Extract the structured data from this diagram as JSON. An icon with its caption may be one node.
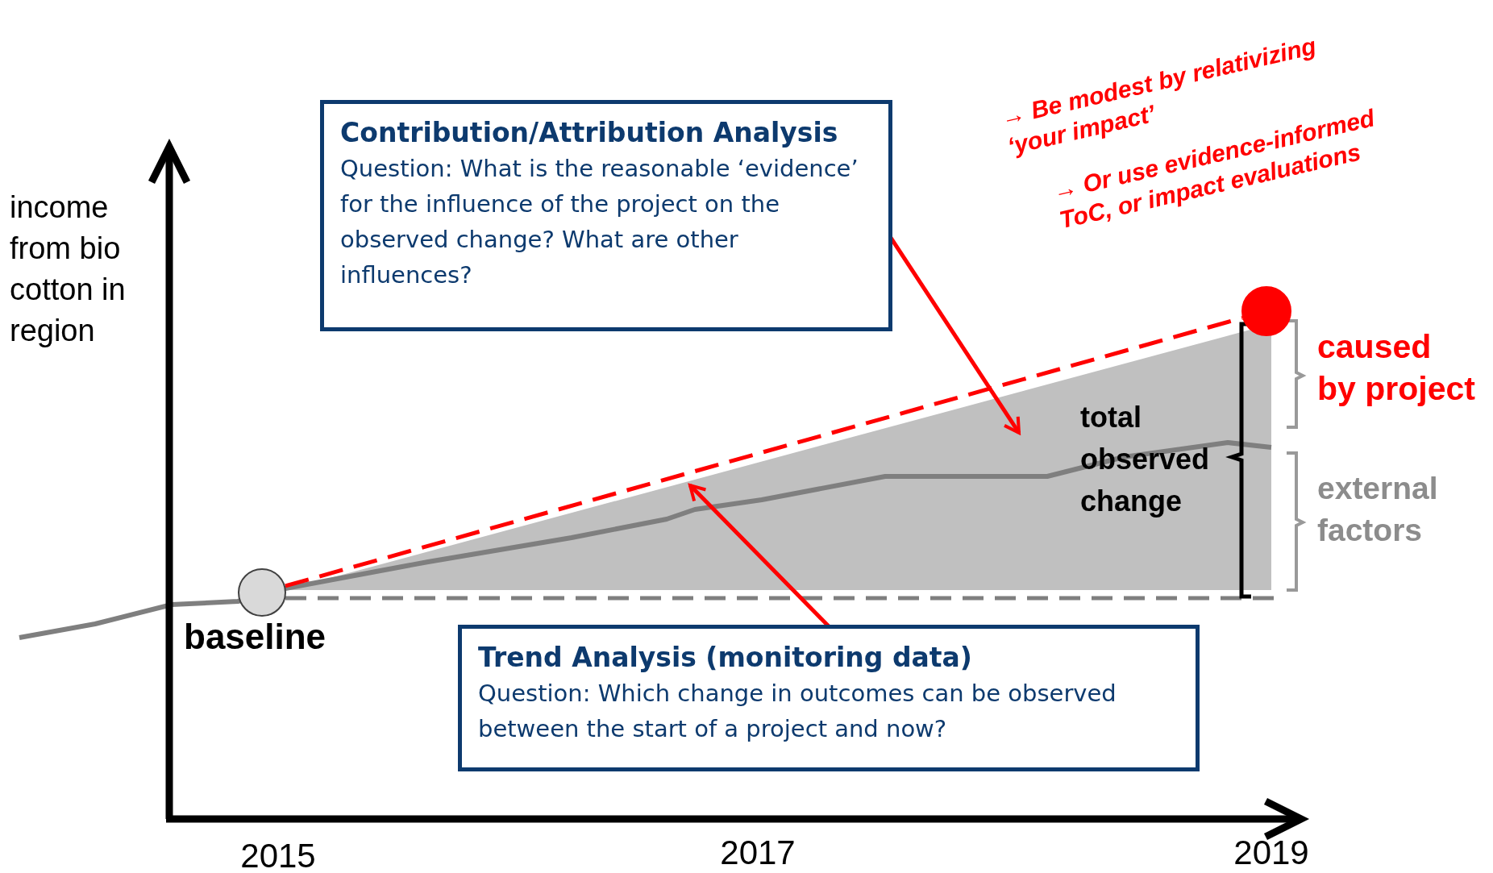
{
  "diagram": {
    "nodes": [
      {
        "text": [
          "Contribution/Attribution Analysis",
          "Question: What is the reasonable ‘evidence’ for the influence of the project on the observed change? What are other influences?"
        ]
      },
      {
        "text": [
          "Trend Analysis (monitoring data)",
          "Question: Which change in outcomes can be observed between the start of a project and now?"
        ]
      },
      {
        "text": [],
        "shape": "circle",
        "beside": [
          "baseline"
        ]
      },
      {
        "text": [],
        "shape": "circle"
      }
    ],
    "edges": [
      {
        "from": 0,
        "to": null,
        "arrow": "to",
        "color": "#ff0000"
      },
      {
        "from": 1,
        "to": null,
        "arrow": "to",
        "color": "#ff0000"
      },
      {
        "from": 2,
        "to": 3,
        "arrow": "none",
        "style": "dashed",
        "color": "#ff0000"
      }
    ],
    "labels": [
      "→ Be modest by relativizing ‘your impact’",
      "→ Or use evidence-informed ToC, or impact evaluations",
      "income from bio cotton in region",
      "caused by project",
      "total observed change",
      "external factors",
      "2015",
      "2017",
      "2019"
    ]
  }
}
